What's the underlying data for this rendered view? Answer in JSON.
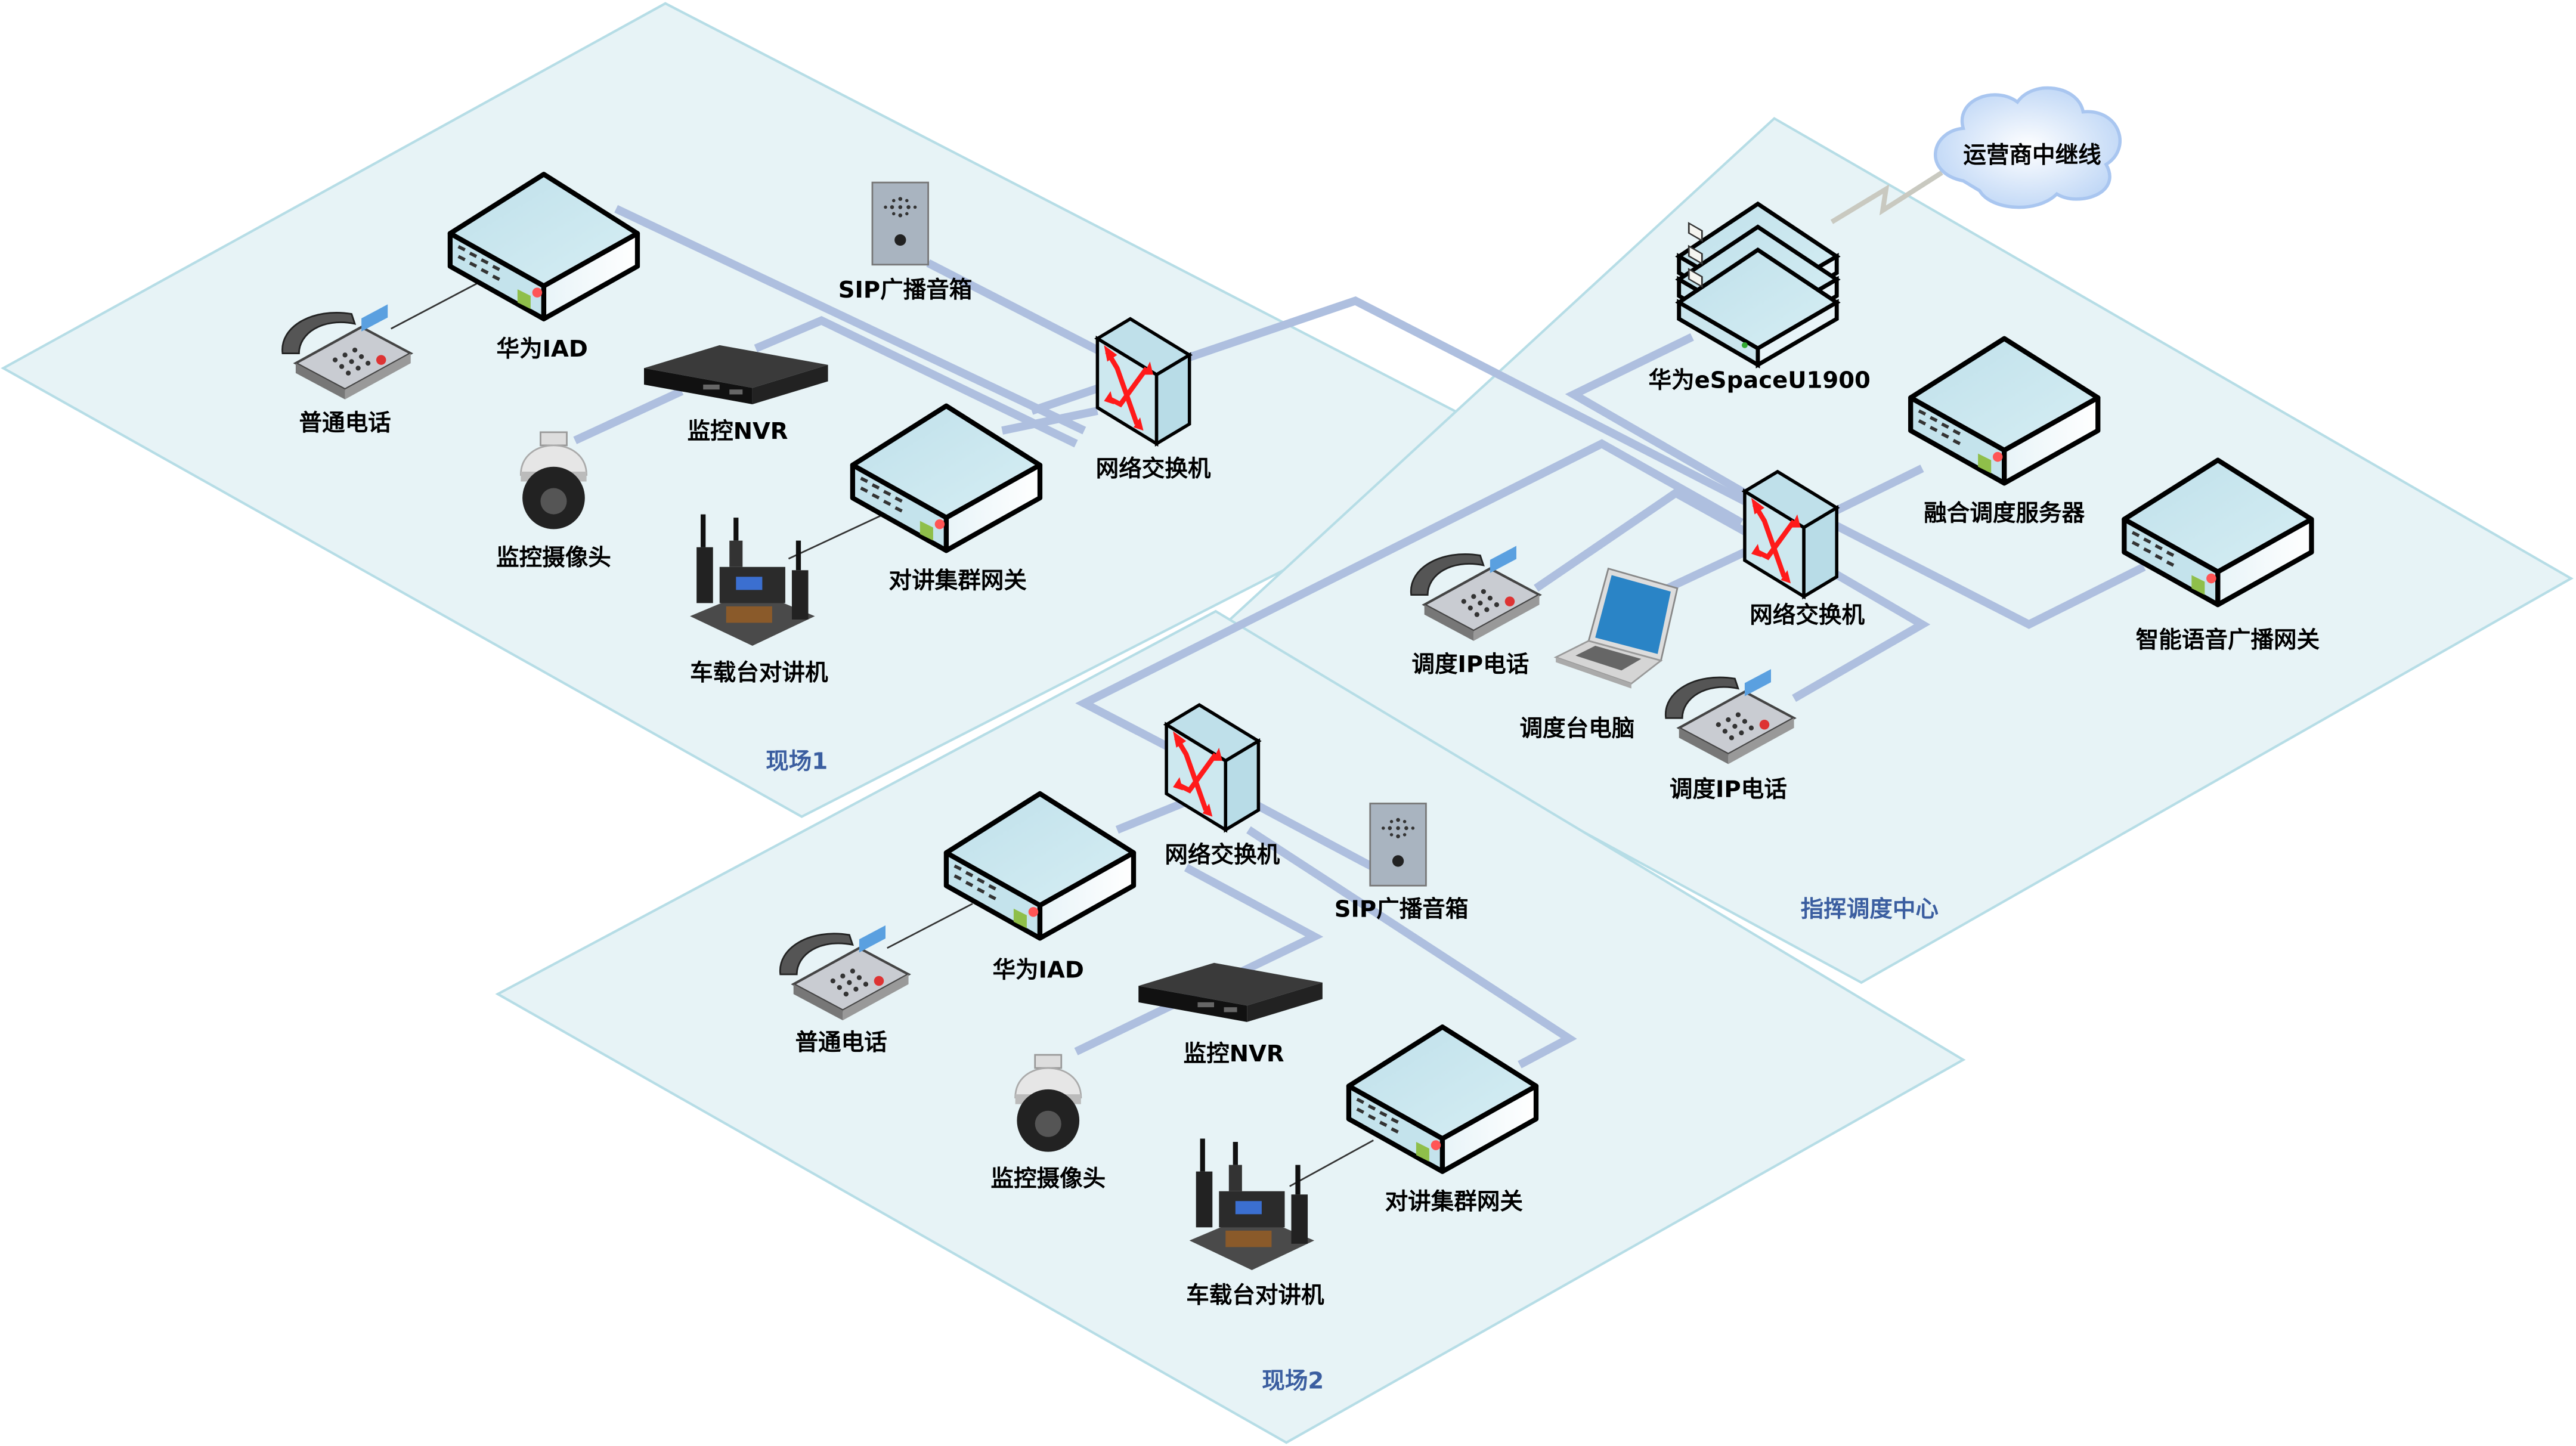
{
  "colors": {
    "plane_fill": "#e7f3f6",
    "plane_stroke": "#b6dde6",
    "link": "#aebfdf",
    "zone_label": "#3b5ea0",
    "switch_arrow": "#ff1a1a"
  },
  "site1": {
    "zone_label": "现场1",
    "phone": "普通电话",
    "iad": "华为IAD",
    "sip_speaker": "SIP广播音箱",
    "nvr": "监控NVR",
    "camera": "监控摄像头",
    "switch": "网络交换机",
    "ptt_gateway": "对讲集群网关",
    "vehicle_radio": "车载台对讲机"
  },
  "center": {
    "zone_label": "指挥调度中心",
    "trunk_cloud": "运营商中继线",
    "espace": "华为eSpaceU1900",
    "dispatch_server": "融合调度服务器",
    "switch": "网络交换机",
    "broadcast_gateway": "智能语音广播网关",
    "ip_phone_1": "调度IP电话",
    "console_pc": "调度台电脑",
    "ip_phone_2": "调度IP电话"
  },
  "site2": {
    "zone_label": "现场2",
    "switch": "网络交换机",
    "sip_speaker": "SIP广播音箱",
    "iad": "华为IAD",
    "phone": "普通电话",
    "nvr": "监控NVR",
    "camera": "监控摄像头",
    "ptt_gateway": "对讲集群网关",
    "vehicle_radio": "车载台对讲机"
  }
}
